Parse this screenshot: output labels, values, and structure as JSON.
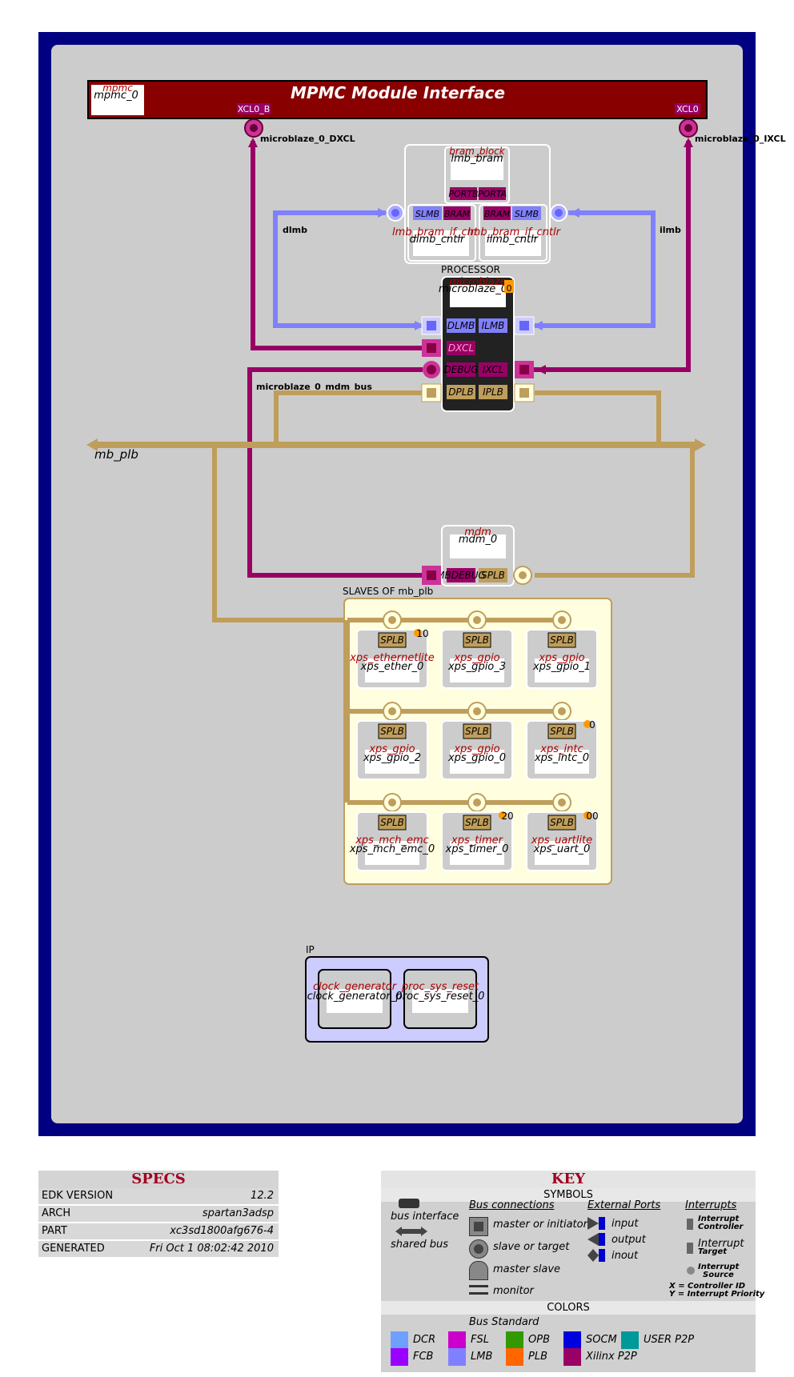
{
  "mpmc": {
    "title": "MPMC Module Interface",
    "type": "mpmc",
    "instance": "mpmc_0",
    "port_left": "XCL0_B",
    "port_right": "XCL0"
  },
  "nets": {
    "dxcl": "microblaze_0_DXCL",
    "ixcl": "microblaze_0_IXCL",
    "dlmb": "dlmb",
    "ilmb": "ilmb",
    "mdm_bus": "microblaze_0_mdm_bus",
    "plb": "mb_plb"
  },
  "bram": {
    "type": "bram_block",
    "instance": "lmb_bram",
    "port_a": "PORTA",
    "port_b": "PORTB"
  },
  "lmb_ctrl_d": {
    "type": "lmb_bram_if_cntlr",
    "instance": "dlmb_cntlr",
    "port_slmb": "SLMB",
    "port_bram": "BRAM"
  },
  "lmb_ctrl_i": {
    "type": "lmb_bram_if_cntlr",
    "instance": "ilmb_cntlr",
    "port_slmb": "SLMB",
    "port_bram": "BRAM"
  },
  "processor": {
    "label": "PROCESSOR",
    "type": "microblaze",
    "instance": "microblaze_0",
    "irq": "0",
    "ports": {
      "dlmb": "DLMB",
      "ilmb": "ILMB",
      "dxcl": "DXCL",
      "ixcl": "IXCL",
      "debug": "DEBUG",
      "dplb": "DPLB",
      "iplb": "IPLB"
    }
  },
  "mdm": {
    "type": "mdm",
    "instance": "mdm_0",
    "port_mbdebug": "MBDEBUG",
    "port_splb": "SPLB"
  },
  "slaves": {
    "label": "SLAVES OF mb_plb",
    "items": [
      {
        "type": "xps_ethernetlite",
        "instance": "xps_ether_0",
        "port": "SPLB",
        "irq": "10"
      },
      {
        "type": "xps_gpio",
        "instance": "xps_gpio_3",
        "port": "SPLB",
        "irq": ""
      },
      {
        "type": "xps_gpio",
        "instance": "xps_gpio_1",
        "port": "SPLB",
        "irq": ""
      },
      {
        "type": "xps_gpio",
        "instance": "xps_gpio_2",
        "port": "SPLB",
        "irq": ""
      },
      {
        "type": "xps_gpio",
        "instance": "xps_gpio_0",
        "port": "SPLB",
        "irq": ""
      },
      {
        "type": "xps_intc",
        "instance": "xps_intc_0",
        "port": "SPLB",
        "irq": "0"
      },
      {
        "type": "xps_mch_emc",
        "instance": "xps_mch_emc_0",
        "port": "SPLB",
        "irq": ""
      },
      {
        "type": "xps_timer",
        "instance": "xps_timer_0",
        "port": "SPLB",
        "irq": "20"
      },
      {
        "type": "xps_uartlite",
        "instance": "xps_uart_0",
        "port": "SPLB",
        "irq": "00"
      }
    ]
  },
  "ip": {
    "label": "IP",
    "items": [
      {
        "type": "clock_generator",
        "instance": "clock_generator_0"
      },
      {
        "type": "proc_sys_reset",
        "instance": "proc_sys_reset_0"
      }
    ]
  },
  "specs": {
    "title": "SPECS",
    "rows": [
      {
        "key": "EDK VERSION",
        "value": "12.2"
      },
      {
        "key": "ARCH",
        "value": "spartan3adsp"
      },
      {
        "key": "PART",
        "value": "xc3sd1800afg676-4"
      },
      {
        "key": "GENERATED",
        "value": "Fri Oct 1 08:02:42 2010"
      }
    ]
  },
  "key": {
    "title": "KEY",
    "symbols": "SYMBOLS",
    "colors": "COLORS",
    "bus_interface": "bus interface",
    "shared_bus": "shared bus",
    "bus_connections": "Bus connections",
    "master": "master or initiator",
    "slave": "slave or target",
    "master_slave": "master slave",
    "monitor": "monitor",
    "external_ports": "External Ports",
    "input": "input",
    "output": "output",
    "inout": "inout",
    "interrupts": "Interrupts",
    "int_ctrl_1": "Interrupt",
    "int_ctrl_2": "Controller",
    "int_tgt_1": "Interrupt",
    "int_tgt_2": "Target",
    "int_src_1": "Interrupt",
    "int_src_2": "Source",
    "x_legend": "X = Controller ID",
    "y_legend": "Y = Interrupt Priority",
    "bus_standard": "Bus Standard",
    "standards": [
      {
        "name": "DCR",
        "color": "#6fa0ff"
      },
      {
        "name": "FSL",
        "color": "#cc00cc"
      },
      {
        "name": "OPB",
        "color": "#339900"
      },
      {
        "name": "SOCM",
        "color": "#0000dd"
      },
      {
        "name": "USER P2P",
        "color": "#009999"
      },
      {
        "name": "FCB",
        "color": "#9900ff"
      },
      {
        "name": "LMB",
        "color": "#8080ff"
      },
      {
        "name": "PLB",
        "color": "#ff6600"
      },
      {
        "name": "Xilinx P2P",
        "color": "#990066"
      }
    ]
  },
  "colors": {
    "frame": "#000080",
    "canvas": "#cccccc",
    "mpmc": "#880000",
    "plb": "#bf9e5b",
    "lmb": "#8080ff",
    "p2p": "#990066",
    "slaves_bg": "#ffffe0",
    "ip_bg": "#ccccff"
  }
}
